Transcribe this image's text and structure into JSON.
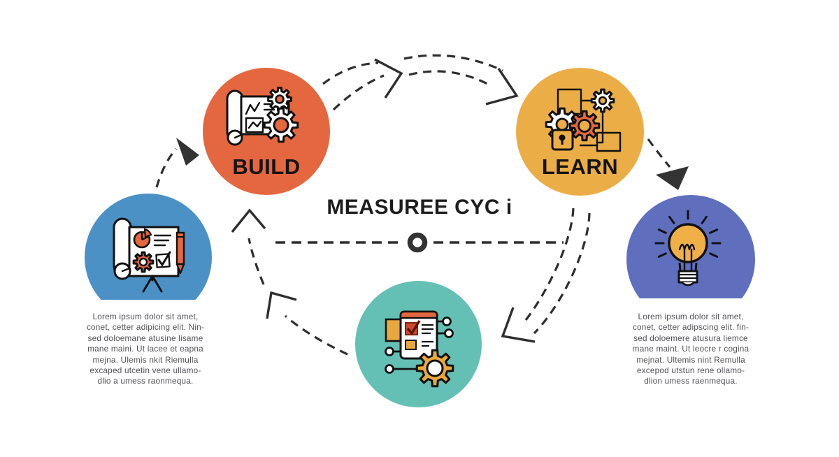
{
  "title": "MEASUREE CYC i",
  "steps": {
    "build": {
      "label": "BUILD",
      "color": "#E5673F",
      "icon": "blueprint-gears-icon"
    },
    "learn": {
      "label": "LEARN",
      "color": "#EBAD46",
      "icon": "gears-padlock-flowchart-icon"
    },
    "plan": {
      "label": "",
      "color": "#4B91C6",
      "icon": "easel-chart-checklist-icon"
    },
    "validate": {
      "label": "",
      "color": "#64C0B4",
      "icon": "checklist-gear-nodes-icon"
    },
    "idea": {
      "label": "",
      "color": "#5F6FBE",
      "icon": "lightbulb-icon"
    }
  },
  "captions": {
    "left": "Lorem ipsum dolor sit amet,\nconet, cetter adipicing elit. Nin-\nsed doloemane atusine lisame\nmane maini. Ut lacee et eapna\nmejna. Ulemis nkit Riemulla\nexcaped utcetin vene ullamo-\ndlio a umess raonmequa.",
    "right": "Lorem ipsum dolor sit amet,\nconet, cetter adipscing elit. fin-\nsed doloemere atusura liemce\nmane maint. Ut leocre r cogina\nmejnat. Ultemis nint Remulla\nexcepod utstun rene ollamo-\ndlion umess raenmequa."
  },
  "colors": {
    "background": "#FFFFFF",
    "arrow_line": "#2E2E2E",
    "title_text": "#1D1D1D",
    "caption_text": "#515157",
    "accent_orange": "#E5673F",
    "accent_yellow": "#EBAD46",
    "accent_blue": "#4B91C6",
    "accent_purple": "#5F6FBE",
    "accent_teal": "#64C0B4"
  }
}
